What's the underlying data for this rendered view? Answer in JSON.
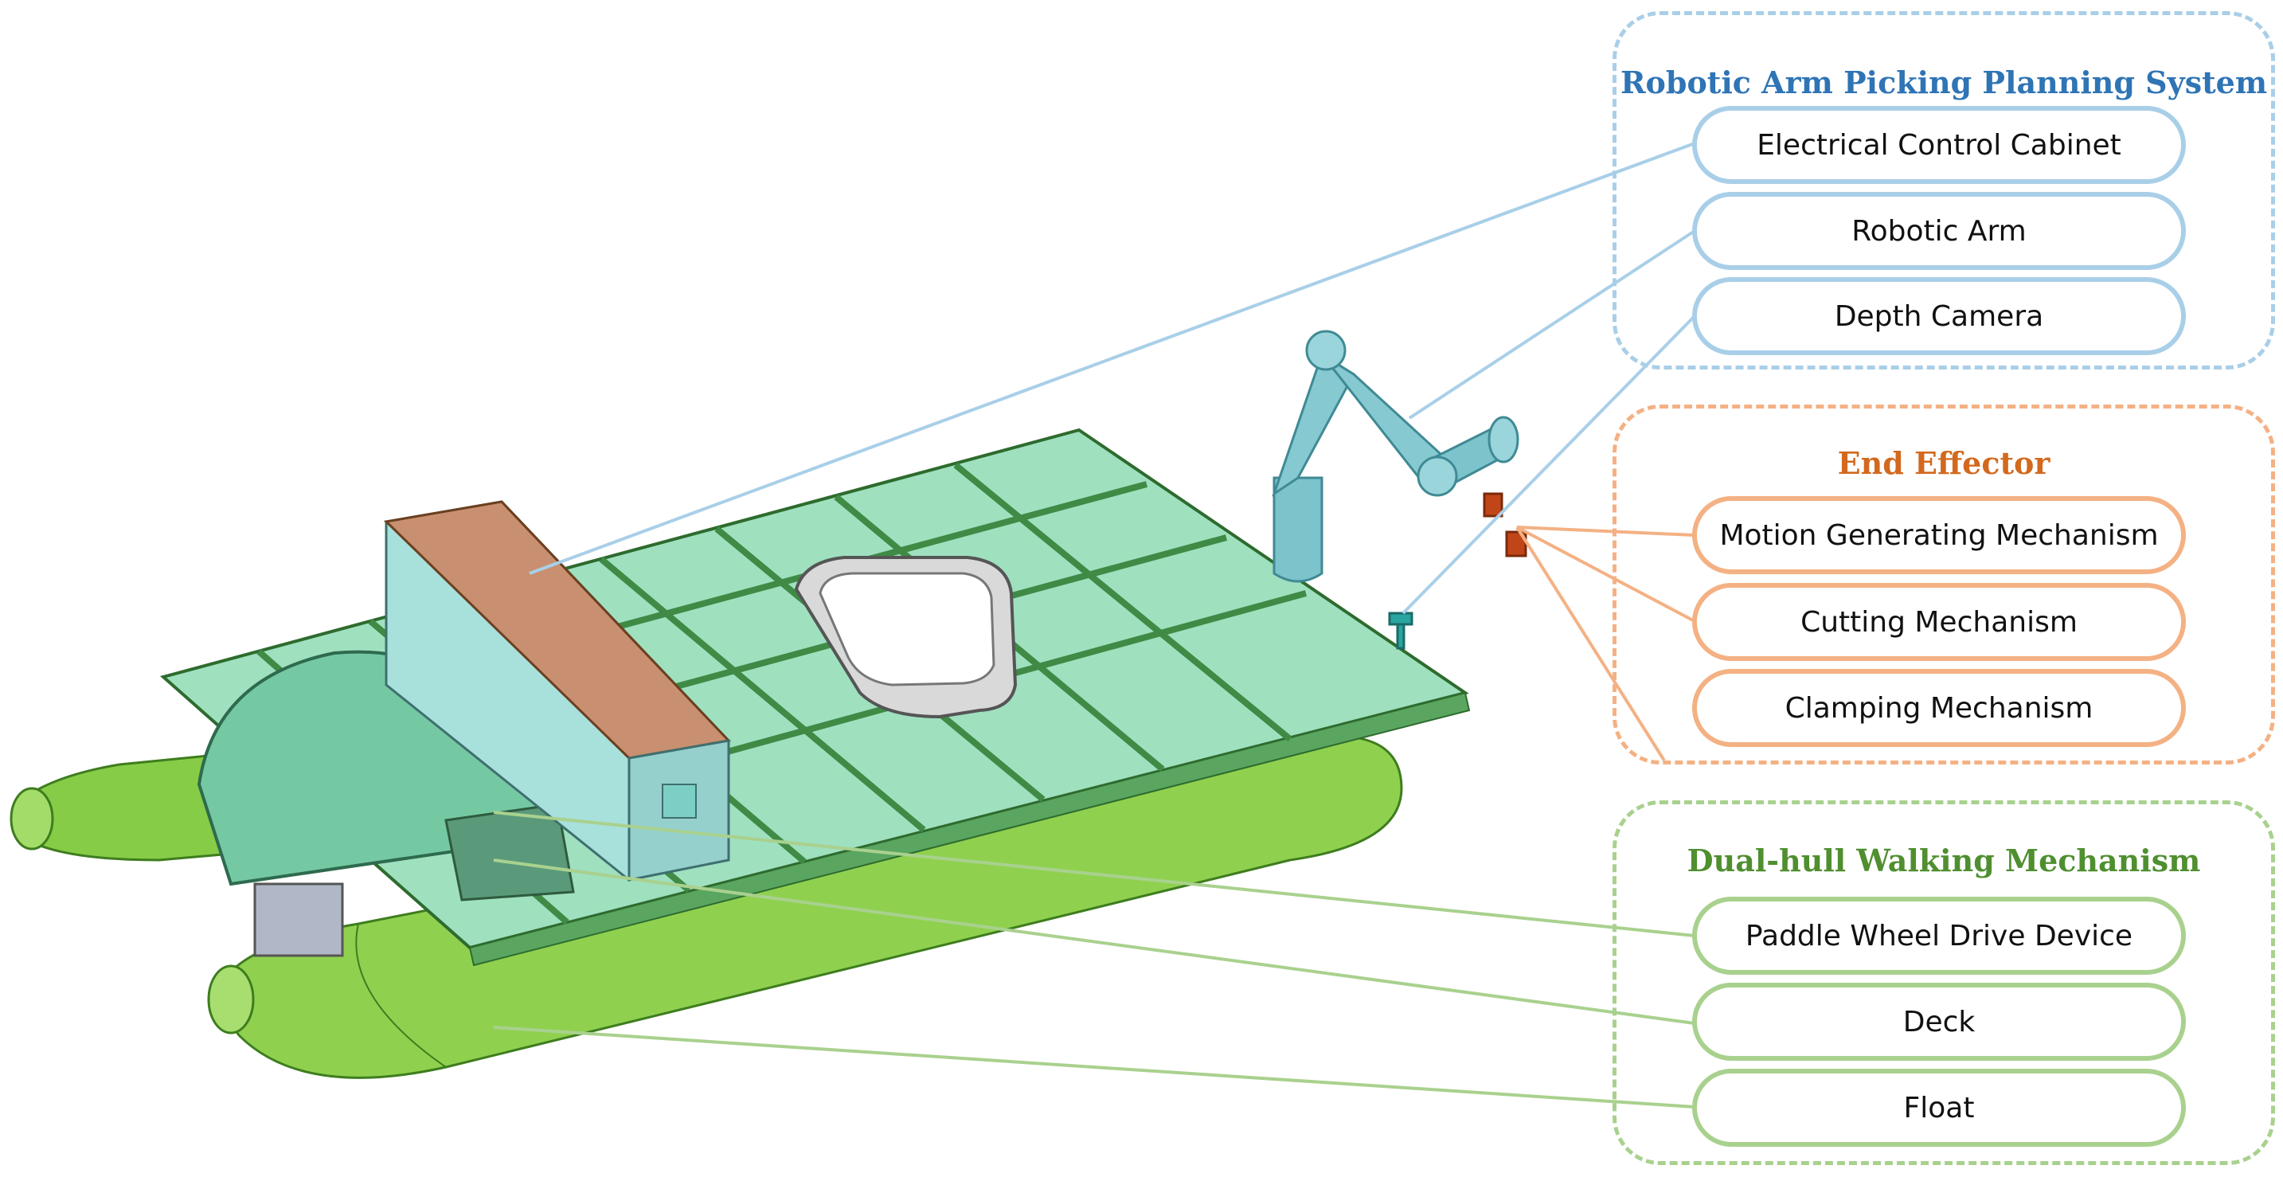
{
  "colors": {
    "blue_group": "#a9cfe8",
    "blue_title": "#2f74b5",
    "orange_group": "#f4b183",
    "orange_title": "#d2691e",
    "green_group": "#a9d18e",
    "green_title": "#4f8f2f",
    "hull": "#8fd14f",
    "deck": "#9fe0bf",
    "cabinet": "#a8e0dc",
    "cabinet_top": "#c89070",
    "robot_arm": "#7cc3cc",
    "effector": "#c0461a"
  },
  "groups": {
    "arm_system": {
      "title": "Robotic Arm Picking Planning System",
      "items": [
        "Electrical Control Cabinet",
        "Robotic Arm",
        "Depth Camera"
      ]
    },
    "end_effector": {
      "title": "End Effector",
      "items": [
        "Motion Generating Mechanism",
        "Cutting Mechanism",
        "Clamping Mechanism"
      ]
    },
    "walking": {
      "title": "Dual-hull Walking Mechanism",
      "items": [
        "Paddle Wheel Drive Device",
        "Deck",
        "Float"
      ]
    }
  }
}
